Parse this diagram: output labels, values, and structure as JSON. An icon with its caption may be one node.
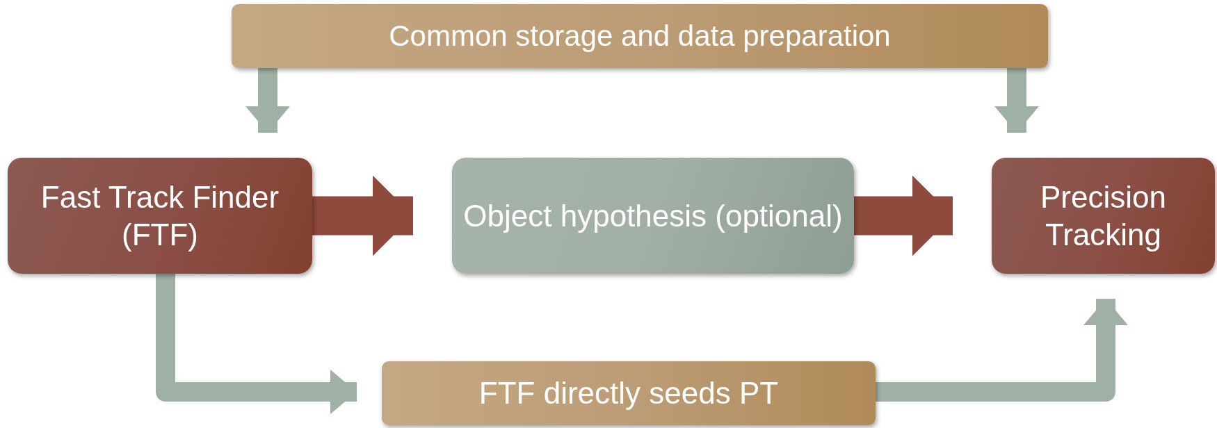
{
  "diagram": {
    "nodes": [
      {
        "text": [
          "Common storage and data preparation"
        ]
      },
      {
        "text": [
          "Fast Track Finder (FTF)"
        ]
      },
      {
        "text": [
          "Object hypothesis (optional)"
        ]
      },
      {
        "text": [
          "Precision Tracking"
        ]
      },
      {
        "text": [
          "FTF directly seeds PT"
        ]
      }
    ],
    "edges": [
      {
        "from": 0,
        "to": 1,
        "arrow": "to"
      },
      {
        "from": 0,
        "to": 3,
        "arrow": "to"
      },
      {
        "from": 1,
        "to": 2,
        "arrow": "to",
        "style": "thick",
        "color": "#8e4a3c"
      },
      {
        "from": 2,
        "to": 3,
        "arrow": "to",
        "style": "thick",
        "color": "#8e4a3c"
      },
      {
        "from": 1,
        "to": 4,
        "arrow": "to"
      },
      {
        "from": 4,
        "to": 3,
        "arrow": "to"
      }
    ]
  }
}
